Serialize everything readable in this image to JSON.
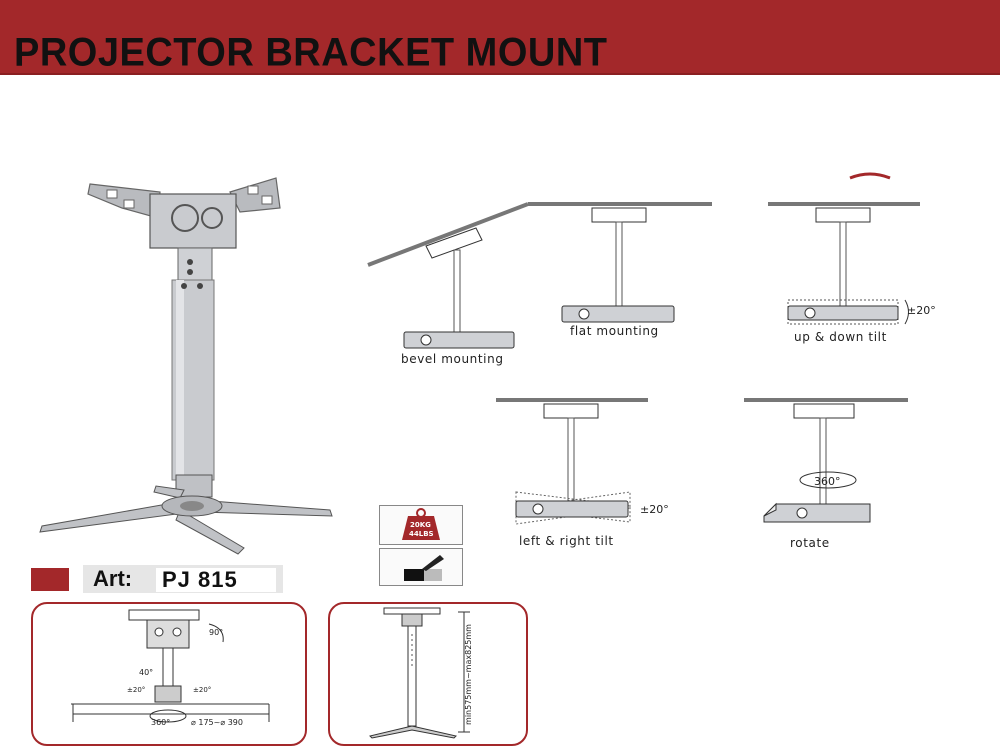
{
  "header": {
    "title": "PROJECTOR BRACKET MOUNT"
  },
  "diagrams": {
    "bevel": "bevel mounting",
    "flat": "flat mounting",
    "updown": "up & down tilt",
    "updown_angle": "±20°",
    "leftright": "left & right tilt",
    "leftright_angle": "±20°",
    "rotate": "rotate",
    "rotate_angle": "360°"
  },
  "load_icon": {
    "line1": "20KG",
    "line2": "44LBS"
  },
  "article": {
    "prefix": "Art:",
    "model": "PJ 815"
  },
  "detail_left": {
    "angle_top": "90°",
    "angle_mid": "40°",
    "angle_left": "±20°",
    "angle_right": "±20°",
    "angle_rotate": "360°",
    "span": "⌀ 175~⌀ 390"
  },
  "detail_right": {
    "length": "min575mm~max825mm"
  },
  "colors": {
    "brand": "#a3282a",
    "mount_metal": "#c9cbcf"
  }
}
